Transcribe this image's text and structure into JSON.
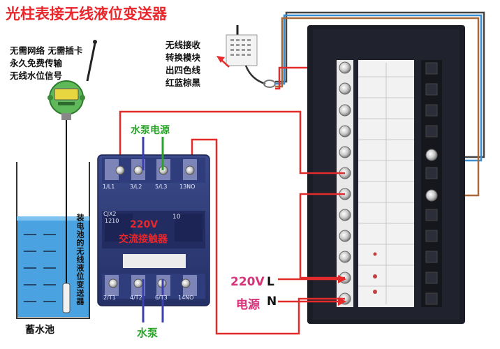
{
  "title": "光柱表接无线液位变送器",
  "sensor_notes": [
    "无需网络 无需插卡",
    "永久免费传输",
    "无线水位信号"
  ],
  "receiver_notes": [
    "无线接收",
    "转换模块",
    "出四色线",
    "红蓝棕黑"
  ],
  "contactor": {
    "top_label": "水泵电源",
    "model": [
      "CJX2",
      "1210"
    ],
    "code": "10",
    "overlay_lines": [
      "220V",
      "交流接触器"
    ],
    "top_terminals": [
      "1/L1",
      "3/L2",
      "5/L3",
      "13NO"
    ],
    "bottom_terminals": [
      "2/T1",
      "4/T2",
      "6/T3",
      "14NO"
    ],
    "bottom_label": "水泵"
  },
  "tank": {
    "label": "蓄水池",
    "side_text": "装电池的无线液位变送器"
  },
  "power": {
    "voltage": "220V",
    "l_label": "L",
    "name": "电源",
    "n_label": "N"
  },
  "colors": {
    "red_wire": "#e32b2b",
    "blue_wire": "#3b3fb0",
    "green_wire": "#2ca02c",
    "brown_wire": "#a86a3c",
    "panel": "#1a1d26",
    "water": "#4aa3e0"
  }
}
